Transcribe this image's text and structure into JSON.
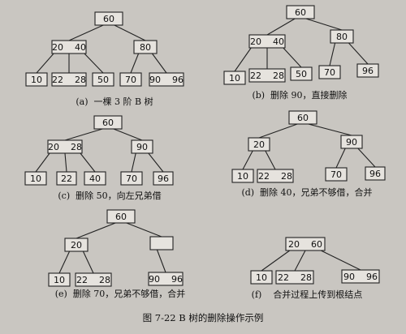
{
  "figure_title": "图 7-22   B 树的删除操作示例",
  "panels": [
    {
      "caption": "(a)  一棵 3 阶 B 树",
      "nodes": [
        {
          "label": "60"
        },
        {
          "label": "20    40"
        },
        {
          "label": "80"
        },
        {
          "label": "10"
        },
        {
          "label": "22    28"
        },
        {
          "label": "50"
        },
        {
          "label": "70"
        },
        {
          "label": "90    96"
        }
      ]
    },
    {
      "caption": "(b)  删除 90，直接删除",
      "nodes": [
        {
          "label": "60"
        },
        {
          "label": "20    40"
        },
        {
          "label": "80"
        },
        {
          "label": "10"
        },
        {
          "label": "22    28"
        },
        {
          "label": "50"
        },
        {
          "label": "70"
        },
        {
          "label": "96"
        }
      ]
    },
    {
      "caption": "(c)  删除 50，向左兄弟借",
      "nodes": [
        {
          "label": "60"
        },
        {
          "label": "20    28"
        },
        {
          "label": "90"
        },
        {
          "label": "10"
        },
        {
          "label": "22"
        },
        {
          "label": "40"
        },
        {
          "label": "70"
        },
        {
          "label": "96"
        }
      ]
    },
    {
      "caption": "(d)  删除 40，兄弟不够借，合并",
      "nodes": [
        {
          "label": "60"
        },
        {
          "label": "20"
        },
        {
          "label": "90"
        },
        {
          "label": "10"
        },
        {
          "label": "22    28"
        },
        {
          "label": "70"
        },
        {
          "label": "96"
        }
      ]
    },
    {
      "caption": "(e)  删除 70，兄弟不够借，合并",
      "nodes": [
        {
          "label": "60"
        },
        {
          "label": "20"
        },
        {
          "label": ""
        },
        {
          "label": "10"
        },
        {
          "label": "22    28"
        },
        {
          "label": "90    96"
        }
      ]
    },
    {
      "caption": "(f)    合并过程上传到根结点",
      "nodes": [
        {
          "label": "20    60"
        },
        {
          "label": "10"
        },
        {
          "label": "22    28"
        },
        {
          "label": "90    96"
        }
      ]
    }
  ],
  "colors": {
    "background": "#c9c6c1",
    "node_fill": "#e6e3de",
    "stroke": "#222222"
  }
}
